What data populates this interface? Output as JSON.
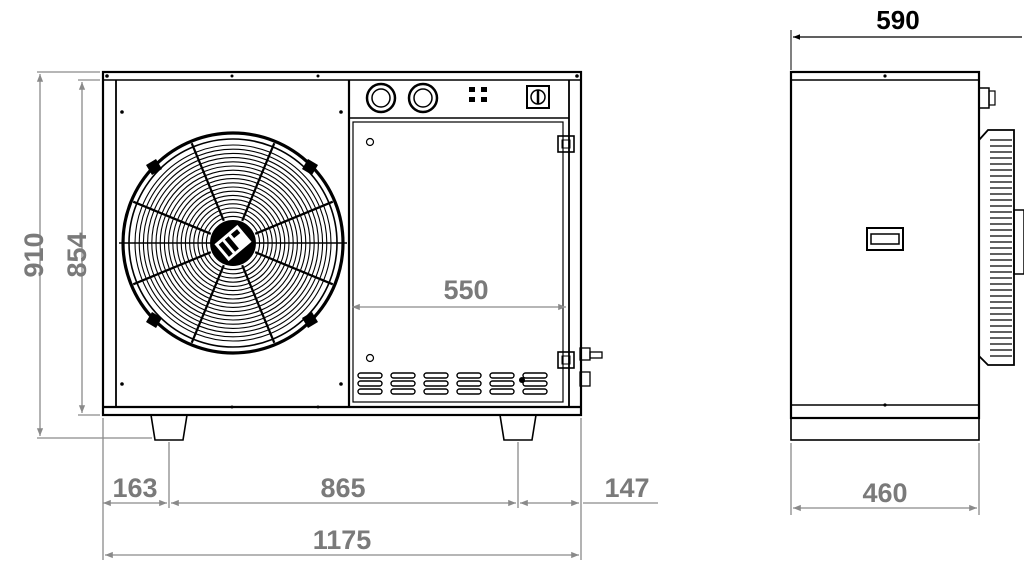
{
  "dimensions": {
    "total_height": "910",
    "body_height": "854",
    "inner_width": "550",
    "left_offset": "163",
    "foot_spacing": "865",
    "right_offset": "147",
    "total_width": "1175",
    "side_depth": "590",
    "side_base_depth": "460"
  },
  "colors": {
    "dimension_text": "#7a7a7a",
    "outline": "#000000",
    "background": "#ffffff"
  }
}
